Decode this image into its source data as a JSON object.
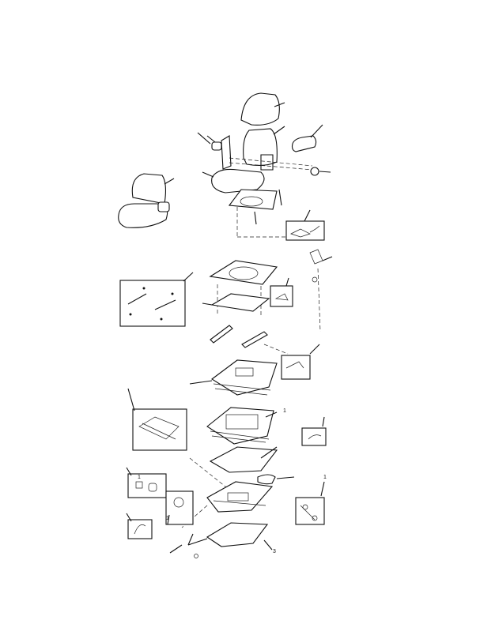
{
  "figure": {
    "callout_numbers": [
      "1",
      "1",
      "3",
      "1",
      "1"
    ],
    "colors": {
      "ink": "#111111",
      "paper": "#ffffff"
    }
  }
}
